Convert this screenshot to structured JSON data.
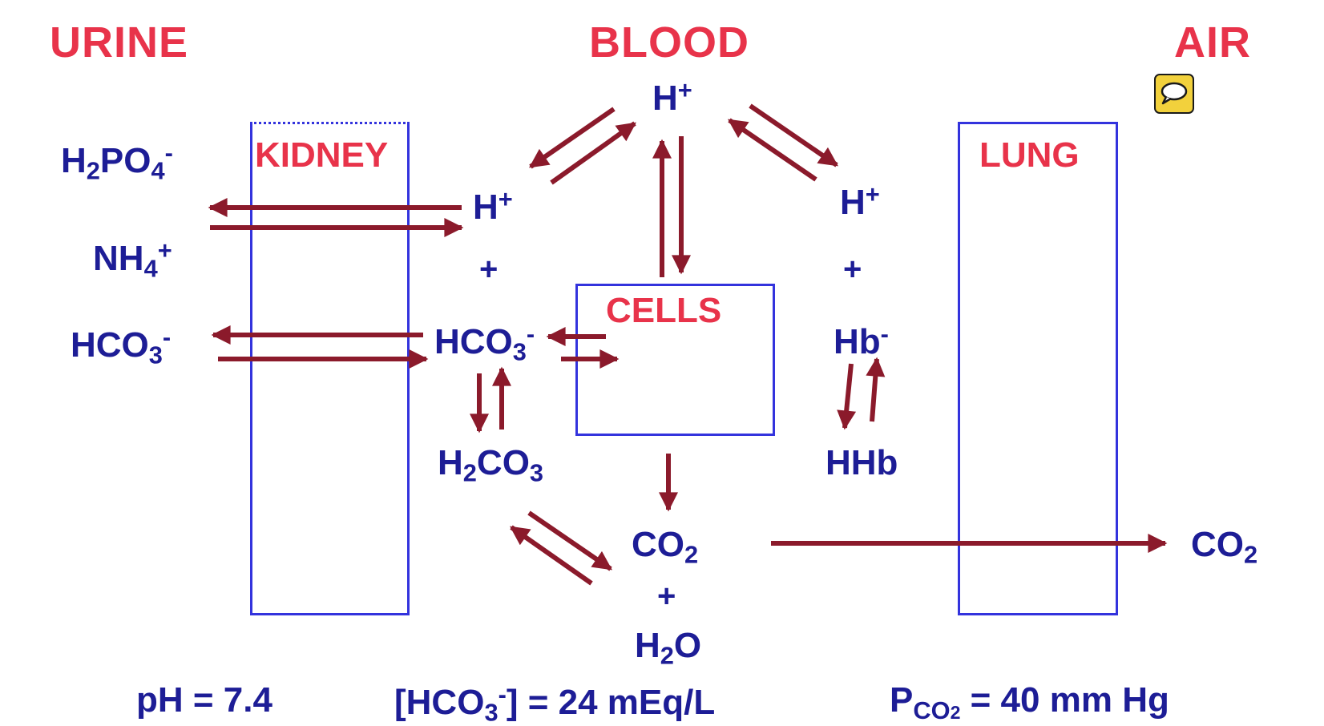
{
  "headers": {
    "urine": "URINE",
    "blood": "BLOOD",
    "air": "AIR"
  },
  "organs": {
    "kidney": "KIDNEY",
    "cells": "CELLS",
    "lung": "LUNG"
  },
  "urine": {
    "h2po4": {
      "a": "H",
      "b": "2",
      "c": "PO",
      "d": "4",
      "e": "-"
    },
    "nh4": {
      "a": "NH",
      "b": "4",
      "c": "+"
    },
    "hco3": {
      "a": "HCO",
      "b": "3",
      "c": "-"
    }
  },
  "blood": {
    "h_top": {
      "a": "H",
      "b": "+"
    },
    "h_left": {
      "a": "H",
      "b": "+"
    },
    "plus_left": "+",
    "hco3": {
      "a": "HCO",
      "b": "3",
      "c": "-"
    },
    "h2co3": {
      "a": "H",
      "b": "2",
      "c": "CO",
      "d": "3"
    },
    "co2": {
      "a": "CO",
      "b": "2"
    },
    "plus_bottom": "+",
    "h2o": {
      "a": "H",
      "b": "2",
      "c": "O"
    },
    "h_right": {
      "a": "H",
      "b": "+"
    },
    "plus_right": "+",
    "hb": {
      "a": "Hb",
      "b": "-"
    },
    "hhb": "HHb"
  },
  "air": {
    "co2": {
      "a": "CO",
      "b": "2"
    }
  },
  "footer": {
    "ph": "pH = 7.4",
    "hco3": {
      "a": "[HCO",
      "b": "3",
      "c": "-",
      "d": "] = 24 mEq/L"
    },
    "pco2": {
      "a": "P",
      "b": "CO",
      "c": "2",
      "d": " = 40 mm Hg"
    }
  },
  "icons": {
    "comment": "comment-icon"
  },
  "colors": {
    "heading": "#e8334a",
    "chemical": "#1d1d96",
    "box": "#3333dd",
    "arrow": "#8b1a2b",
    "comment_icon": "#f2d13c"
  }
}
